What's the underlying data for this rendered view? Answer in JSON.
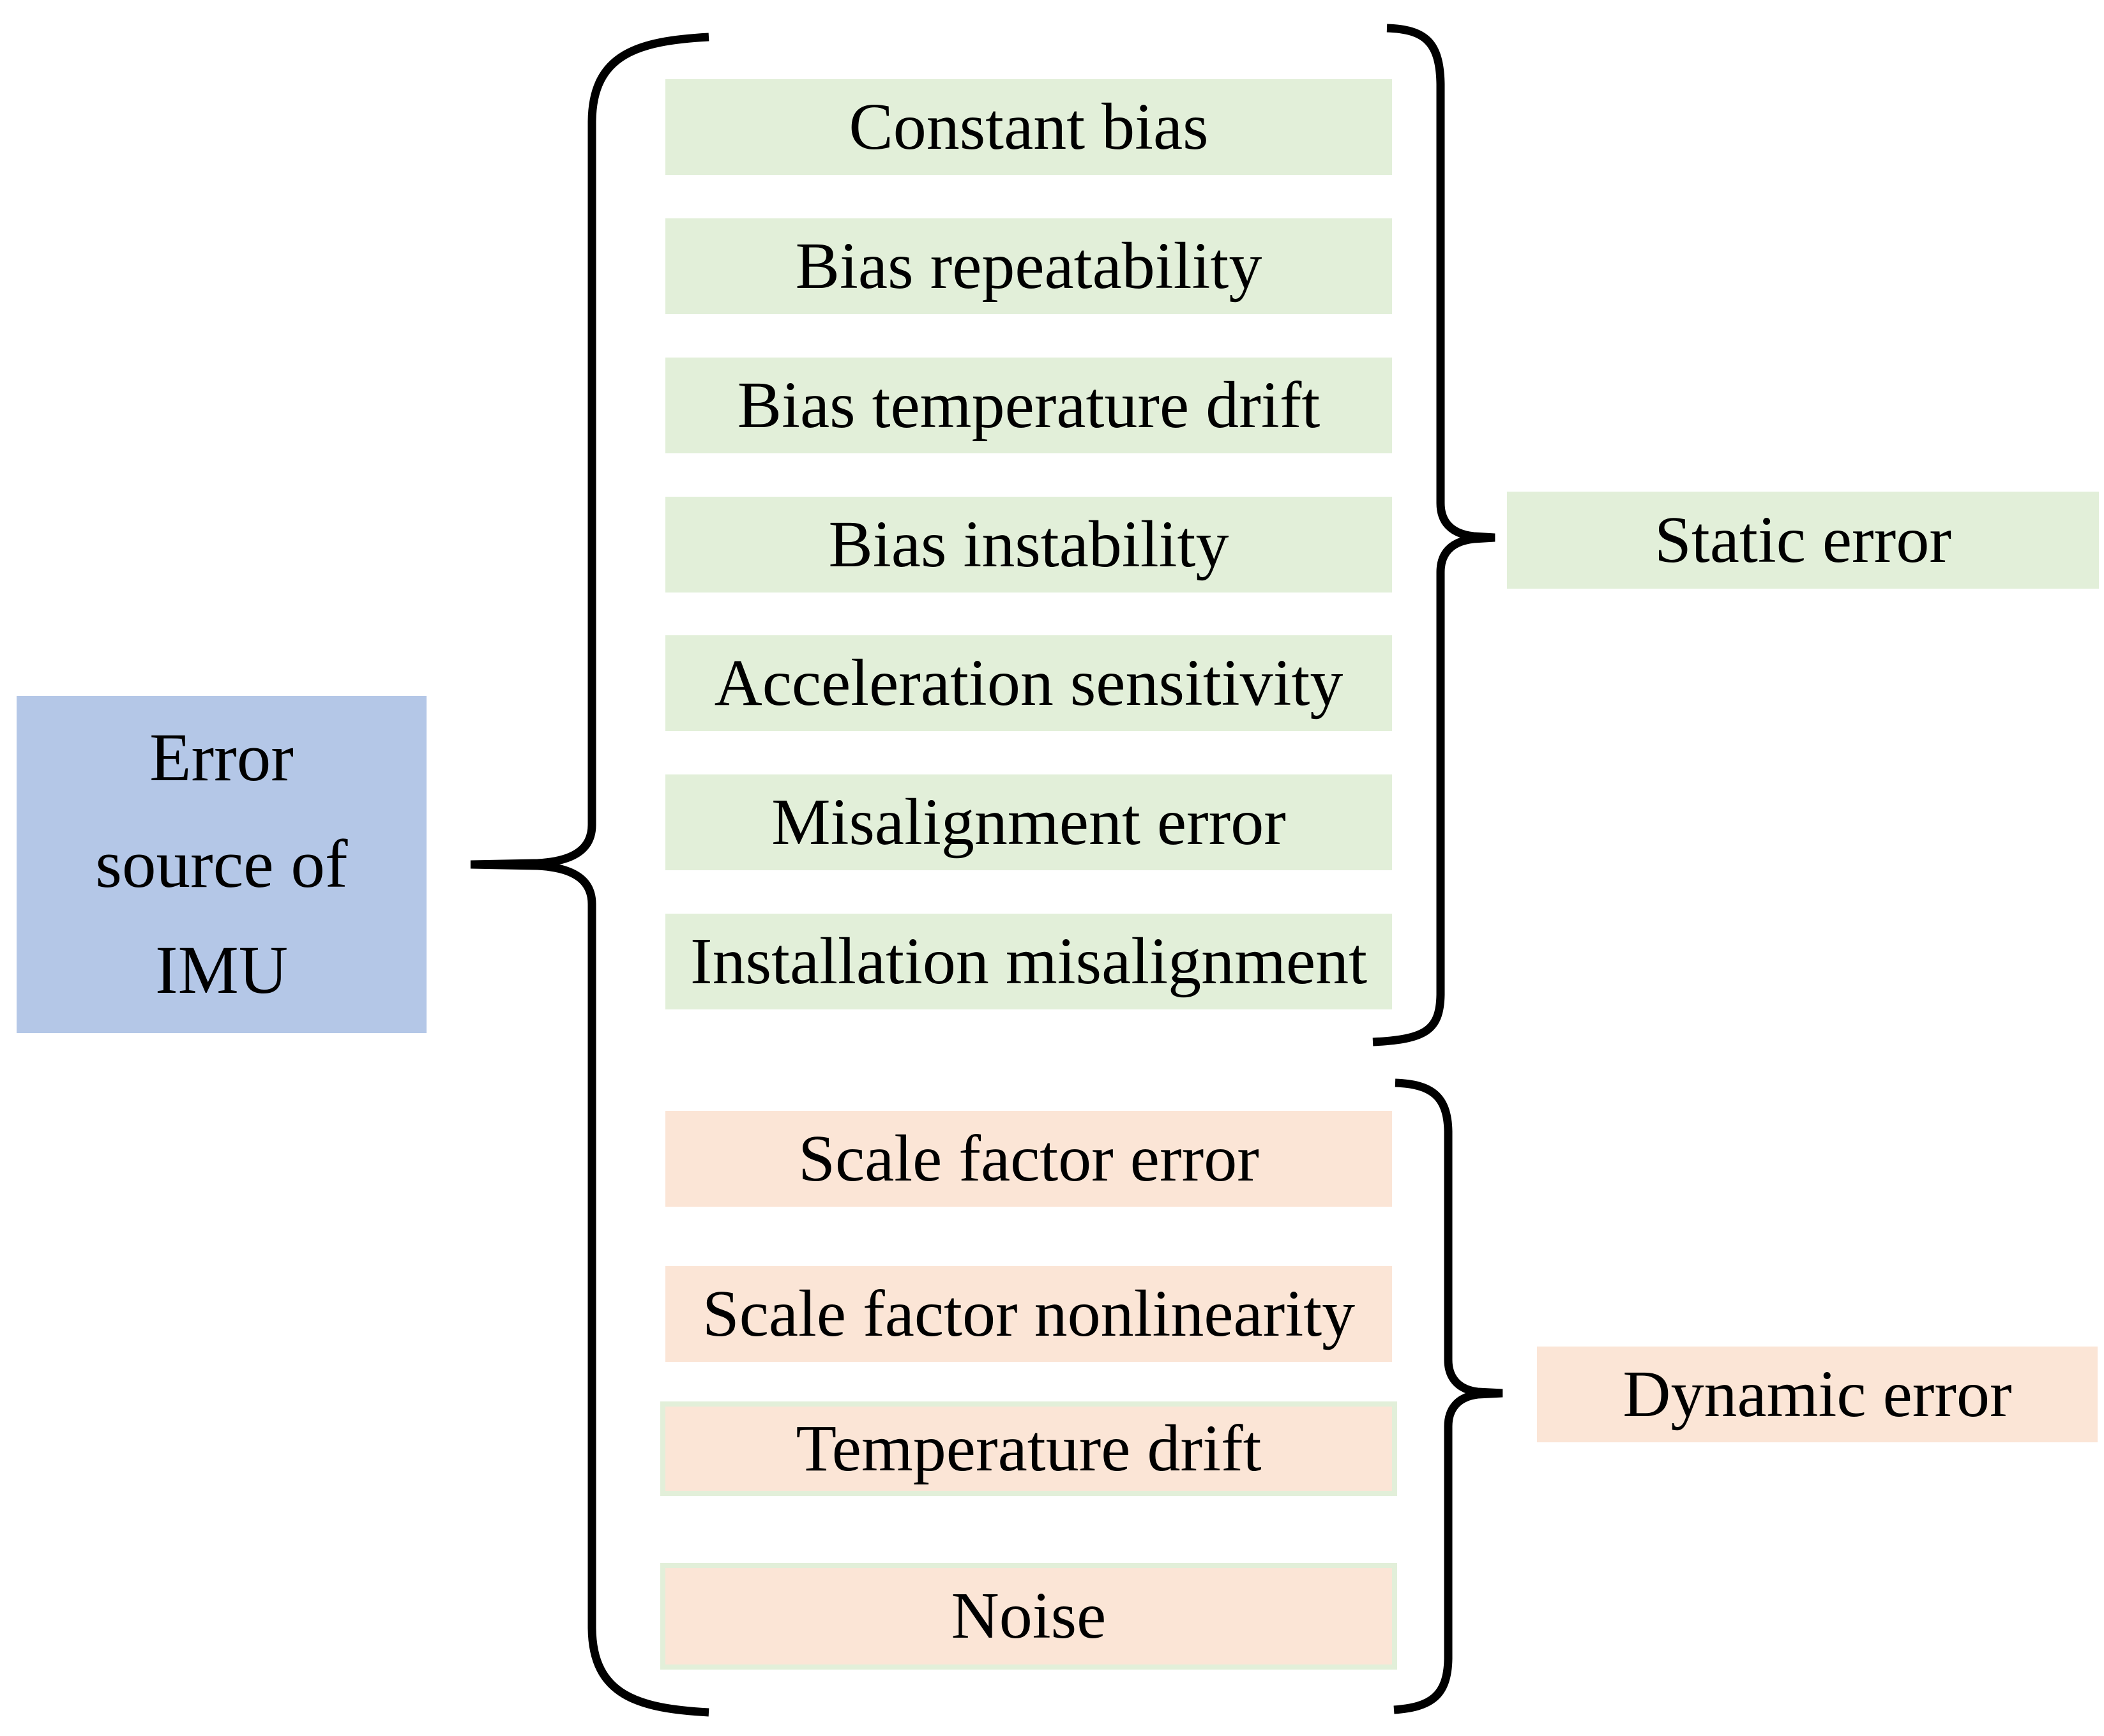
{
  "figure": {
    "title": "Error source of IMU diagram",
    "root_box": {
      "text": "Error source of IMU",
      "lines": [
        "Error",
        "source of",
        "IMU"
      ],
      "color": "#b4c7e7"
    },
    "static_group": {
      "label": "Static error",
      "color": "#e2efd9",
      "items": [
        "Constant bias",
        "Bias repeatability",
        "Bias temperature drift",
        "Bias instability",
        "Acceleration sensitivity",
        "Misalignment error",
        "Installation misalignment"
      ]
    },
    "dynamic_group": {
      "label": "Dynamic error",
      "color": "#fbe5d6",
      "items": [
        "Scale factor error",
        "Scale factor nonlinearity",
        "Temperature drift",
        "Noise"
      ]
    },
    "colors": {
      "root_fill": "#b4c7e7",
      "static_fill": "#e2efd9",
      "dynamic_fill": "#fbe5d6",
      "brace_stroke": "#000000",
      "text": "#000000",
      "background": "#ffffff"
    }
  }
}
